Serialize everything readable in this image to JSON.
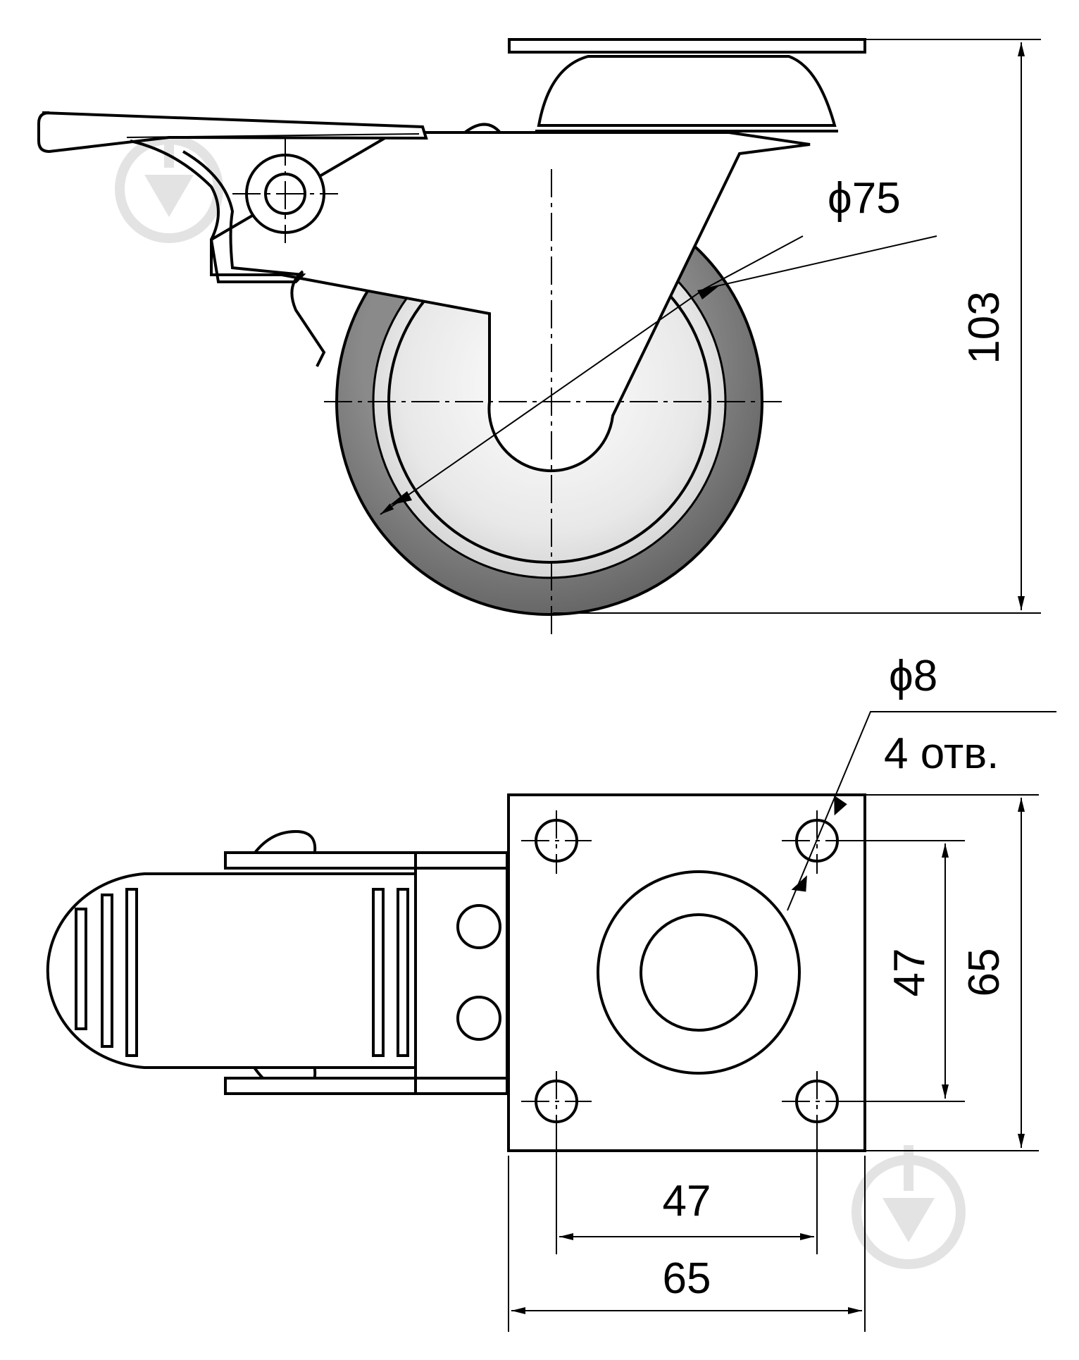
{
  "drawing": {
    "dimensions": {
      "wheel_diameter": "ϕ75",
      "overall_height": "103",
      "hole_diameter": "ϕ8",
      "hole_count": "4 отв.",
      "hole_spacing_vertical": "47",
      "plate_height": "65",
      "hole_spacing_horizontal": "47",
      "plate_width": "65"
    },
    "colors": {
      "tread": "#7f7f7f",
      "hub": "#e6e6e6",
      "line": "#000000",
      "watermark": "#e3e3e3"
    },
    "icons": [
      "watermark-logo-icon"
    ]
  }
}
